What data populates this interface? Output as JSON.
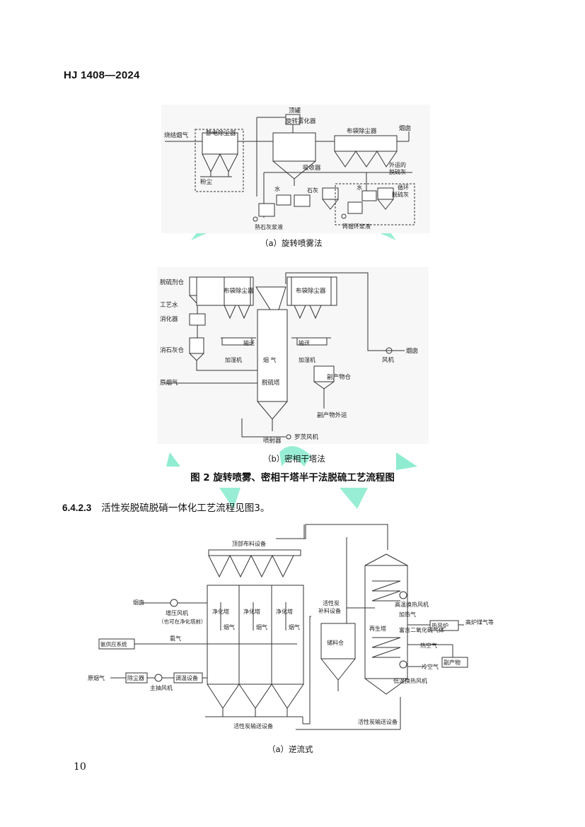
{
  "header": {
    "standard": "HJ 1408—2024"
  },
  "fig_a": {
    "caption": "（a）旋转喷雾法",
    "labels": {
      "sinter_flue_gas": "烧结烟气",
      "esp": "静电除尘器",
      "dust": "粉尘",
      "top_line1": "顶罐",
      "top_line2": "旋转雾化器",
      "absorber": "吸收器",
      "baghouse": "布袋除尘器",
      "chimney": "烟囱",
      "export_line1": "外运的",
      "export_line2": "脱硫灰",
      "water1": "水",
      "lime": "石灰",
      "slaked_lime_slurry": "熟石灰浆液",
      "water2": "水",
      "recycle_line1": "循环",
      "recycle_line2": "脱硫灰",
      "recycle_slurry": "再循环浆液"
    }
  },
  "fig_b": {
    "caption": "（b）密相干塔法",
    "labels": {
      "agent_bin": "脱硫剂仓",
      "process_water": "工艺水",
      "digester": "消化器",
      "slaked_bin": "消石灰仓",
      "raw_gas": "原烟气",
      "bag_left": "布袋除尘器",
      "bag_right": "布袋除尘器",
      "convey_left": "输送",
      "convey_right": "输送",
      "humid_left": "加湿机",
      "humid_right": "加湿机",
      "flue_gas": "烟 气",
      "tower": "脱硫塔",
      "byproduct_bin": "副产物仓",
      "byproduct_out": "副产物外运",
      "ejector": "喷射器",
      "roots_fan": "罗茨风机",
      "fan": "风机",
      "chimney": "烟囱"
    }
  },
  "figure_title": "图 2    旋转喷雾、密相干塔半干法脱硫工艺流程图",
  "clause": {
    "number": "6.4.2.3",
    "text": "活性炭脱硫脱硝一体化工艺流程见图3。"
  },
  "fig3a": {
    "caption": "（a）逆流式",
    "labels": {
      "top_feeder": "顶部布料设备",
      "chimney": "烟囱",
      "booster_fan": "增压风机",
      "booster_note": "（也可在净化塔前）",
      "tower1": "净化塔",
      "tower2": "净化塔",
      "tower3": "净化塔",
      "gas1": "烟气",
      "gas2": "烟气",
      "gas3": "烟气",
      "ammonia_system": "氨供应系统",
      "ammonia": "氨气",
      "raw_gas": "原烟气",
      "dust_collector": "除尘器",
      "main_fan": "主抽风机",
      "temp_device": "调温设备",
      "carbon_conveyor_left": "活性炭输送设备",
      "makeup_line1": "活性炭",
      "makeup_line2": "补料设备",
      "storage_bin": "储料仓",
      "regen_tower": "再生塔",
      "hot_fan": "高温换热风机",
      "heating_gas": "加热气",
      "hot_stove": "热风炉",
      "bf_gas": "高炉煤气等",
      "so2_rich": "富含二氧化硫气体",
      "hot_air": "热空气",
      "byproduct": "副产物",
      "cold_air": "冷空气",
      "low_fan": "低温换热风机",
      "carbon_conveyor_right": "活性炭输送设备"
    }
  },
  "page_number": "10"
}
